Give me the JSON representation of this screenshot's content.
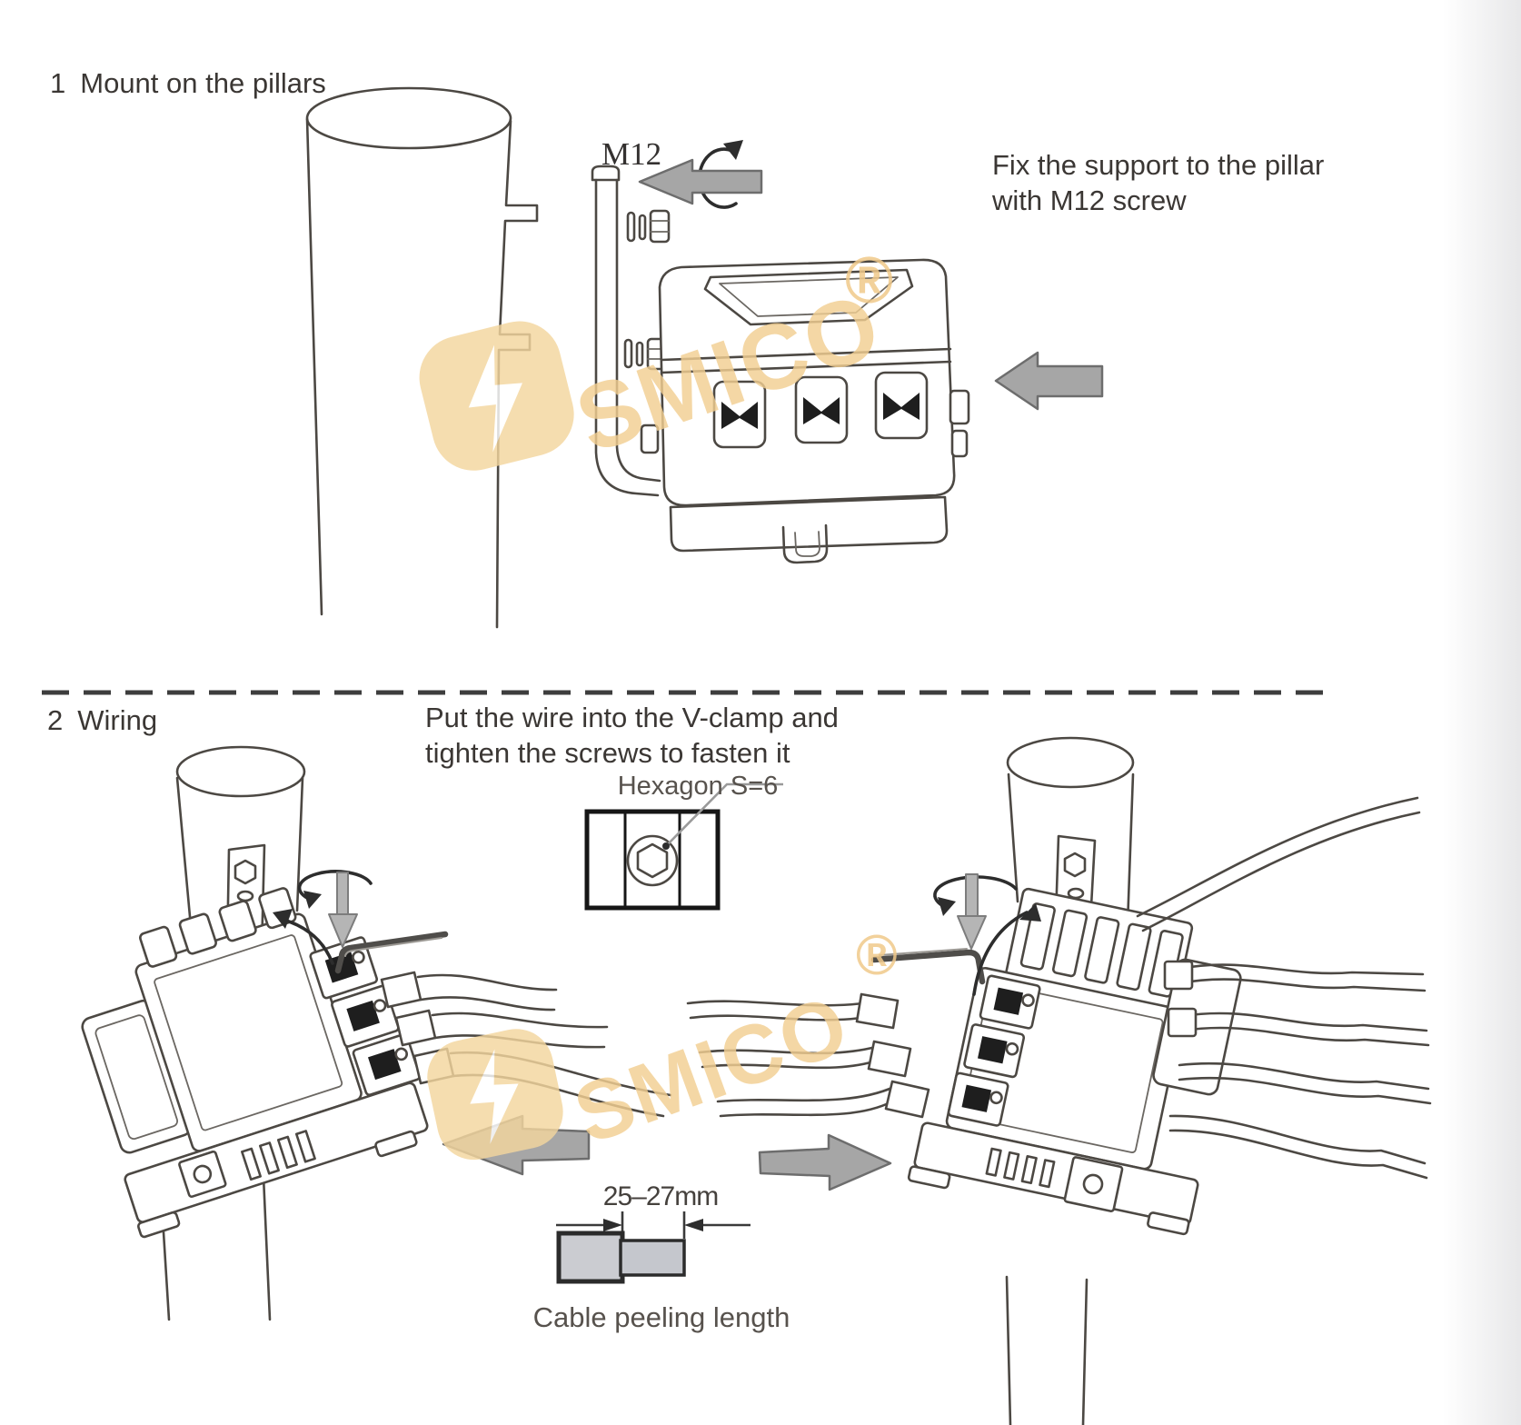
{
  "watermark": {
    "brand": "SMICO",
    "registered_mark": "®",
    "color": "#f2cf92",
    "logo": "lightning-bolt-icon"
  },
  "palette": {
    "line_color": "#4c4843",
    "arrow_fill": "#a6a6a6",
    "arrow_stroke": "#6d6d6d",
    "text_color": "#3b3734",
    "clamp_dark": "#1e1e1e",
    "cable_fill": "#cbccd1"
  },
  "section1": {
    "number": "1",
    "title": "Mount on the pillars",
    "screw_label": "M12",
    "note_lines": [
      "Fix the support to the pillar",
      "with M12 screw"
    ]
  },
  "section2": {
    "number": "2",
    "title": "Wiring",
    "instruction_lines": [
      "Put the wire into the V-clamp and",
      "tighten the screws to fasten it"
    ],
    "hex_label": "Hexagon S=6",
    "dimension_label": "25–27mm",
    "cable_label": "Cable peeling length"
  }
}
